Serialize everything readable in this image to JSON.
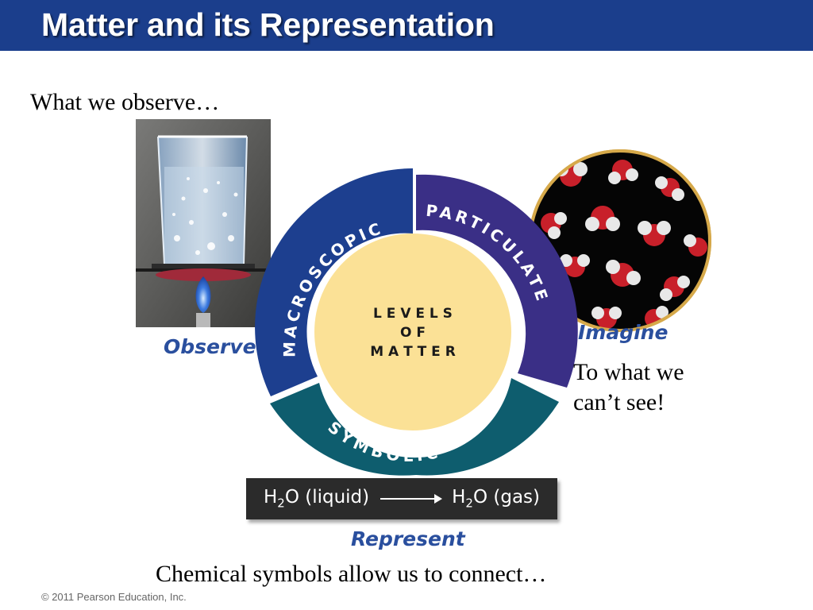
{
  "title": "Matter and its Representation",
  "observe_heading": "What we observe…",
  "diagram": {
    "center": [
      "L E V E L S",
      "O F",
      "M A T T E R"
    ],
    "segments": {
      "macroscopic": "MACROSCOPIC",
      "particulate": "PARTICULATE",
      "symbolic": "SYMBOLIC"
    },
    "colors": {
      "macroscopic": "#1d3f8f",
      "particulate": "#3a2f86",
      "symbolic": "#0e5d6e",
      "center": "#fbe196"
    }
  },
  "labels": {
    "observe": "Observe",
    "imagine": "Imagine",
    "represent": "Represent"
  },
  "see_text": "To what we can’t see!",
  "equation": {
    "left_formula": "H",
    "left_sub": "2",
    "left_rest": "O (liquid)",
    "right_formula": "H",
    "right_sub": "2",
    "right_rest": "O (gas)"
  },
  "connect_text": "Chemical symbols allow us to connect…",
  "copyright": "© 2011 Pearson Education, Inc."
}
